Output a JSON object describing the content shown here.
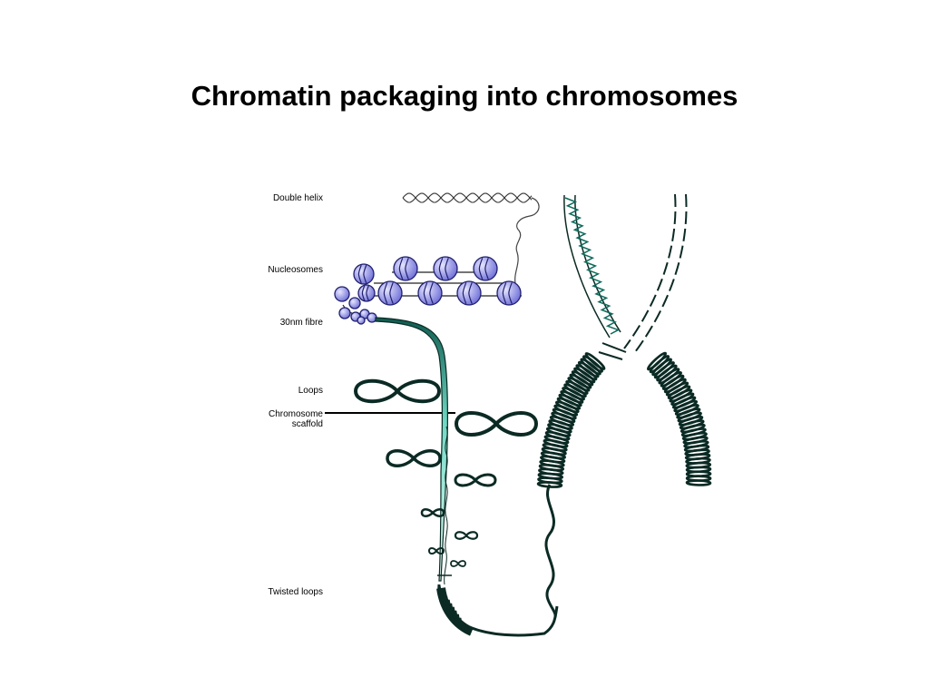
{
  "slide": {
    "title": "Chromatin packaging into chromosomes"
  },
  "diagram": {
    "labels": {
      "double_helix": "Double helix",
      "nucleosomes": "Nucleosomes",
      "fibre_30nm": "30nm fibre",
      "loops": "Loops",
      "scaffold_line1": "Chromosome",
      "scaffold_line2": "scaffold",
      "twisted_loops": "Twisted loops"
    },
    "colors": {
      "nucleosome_fill": "#8f8fe8",
      "nucleosome_stroke": "#1f1f6e",
      "teal": "#0f6a5c",
      "dark": "#0b2a24",
      "line": "#000000"
    }
  }
}
